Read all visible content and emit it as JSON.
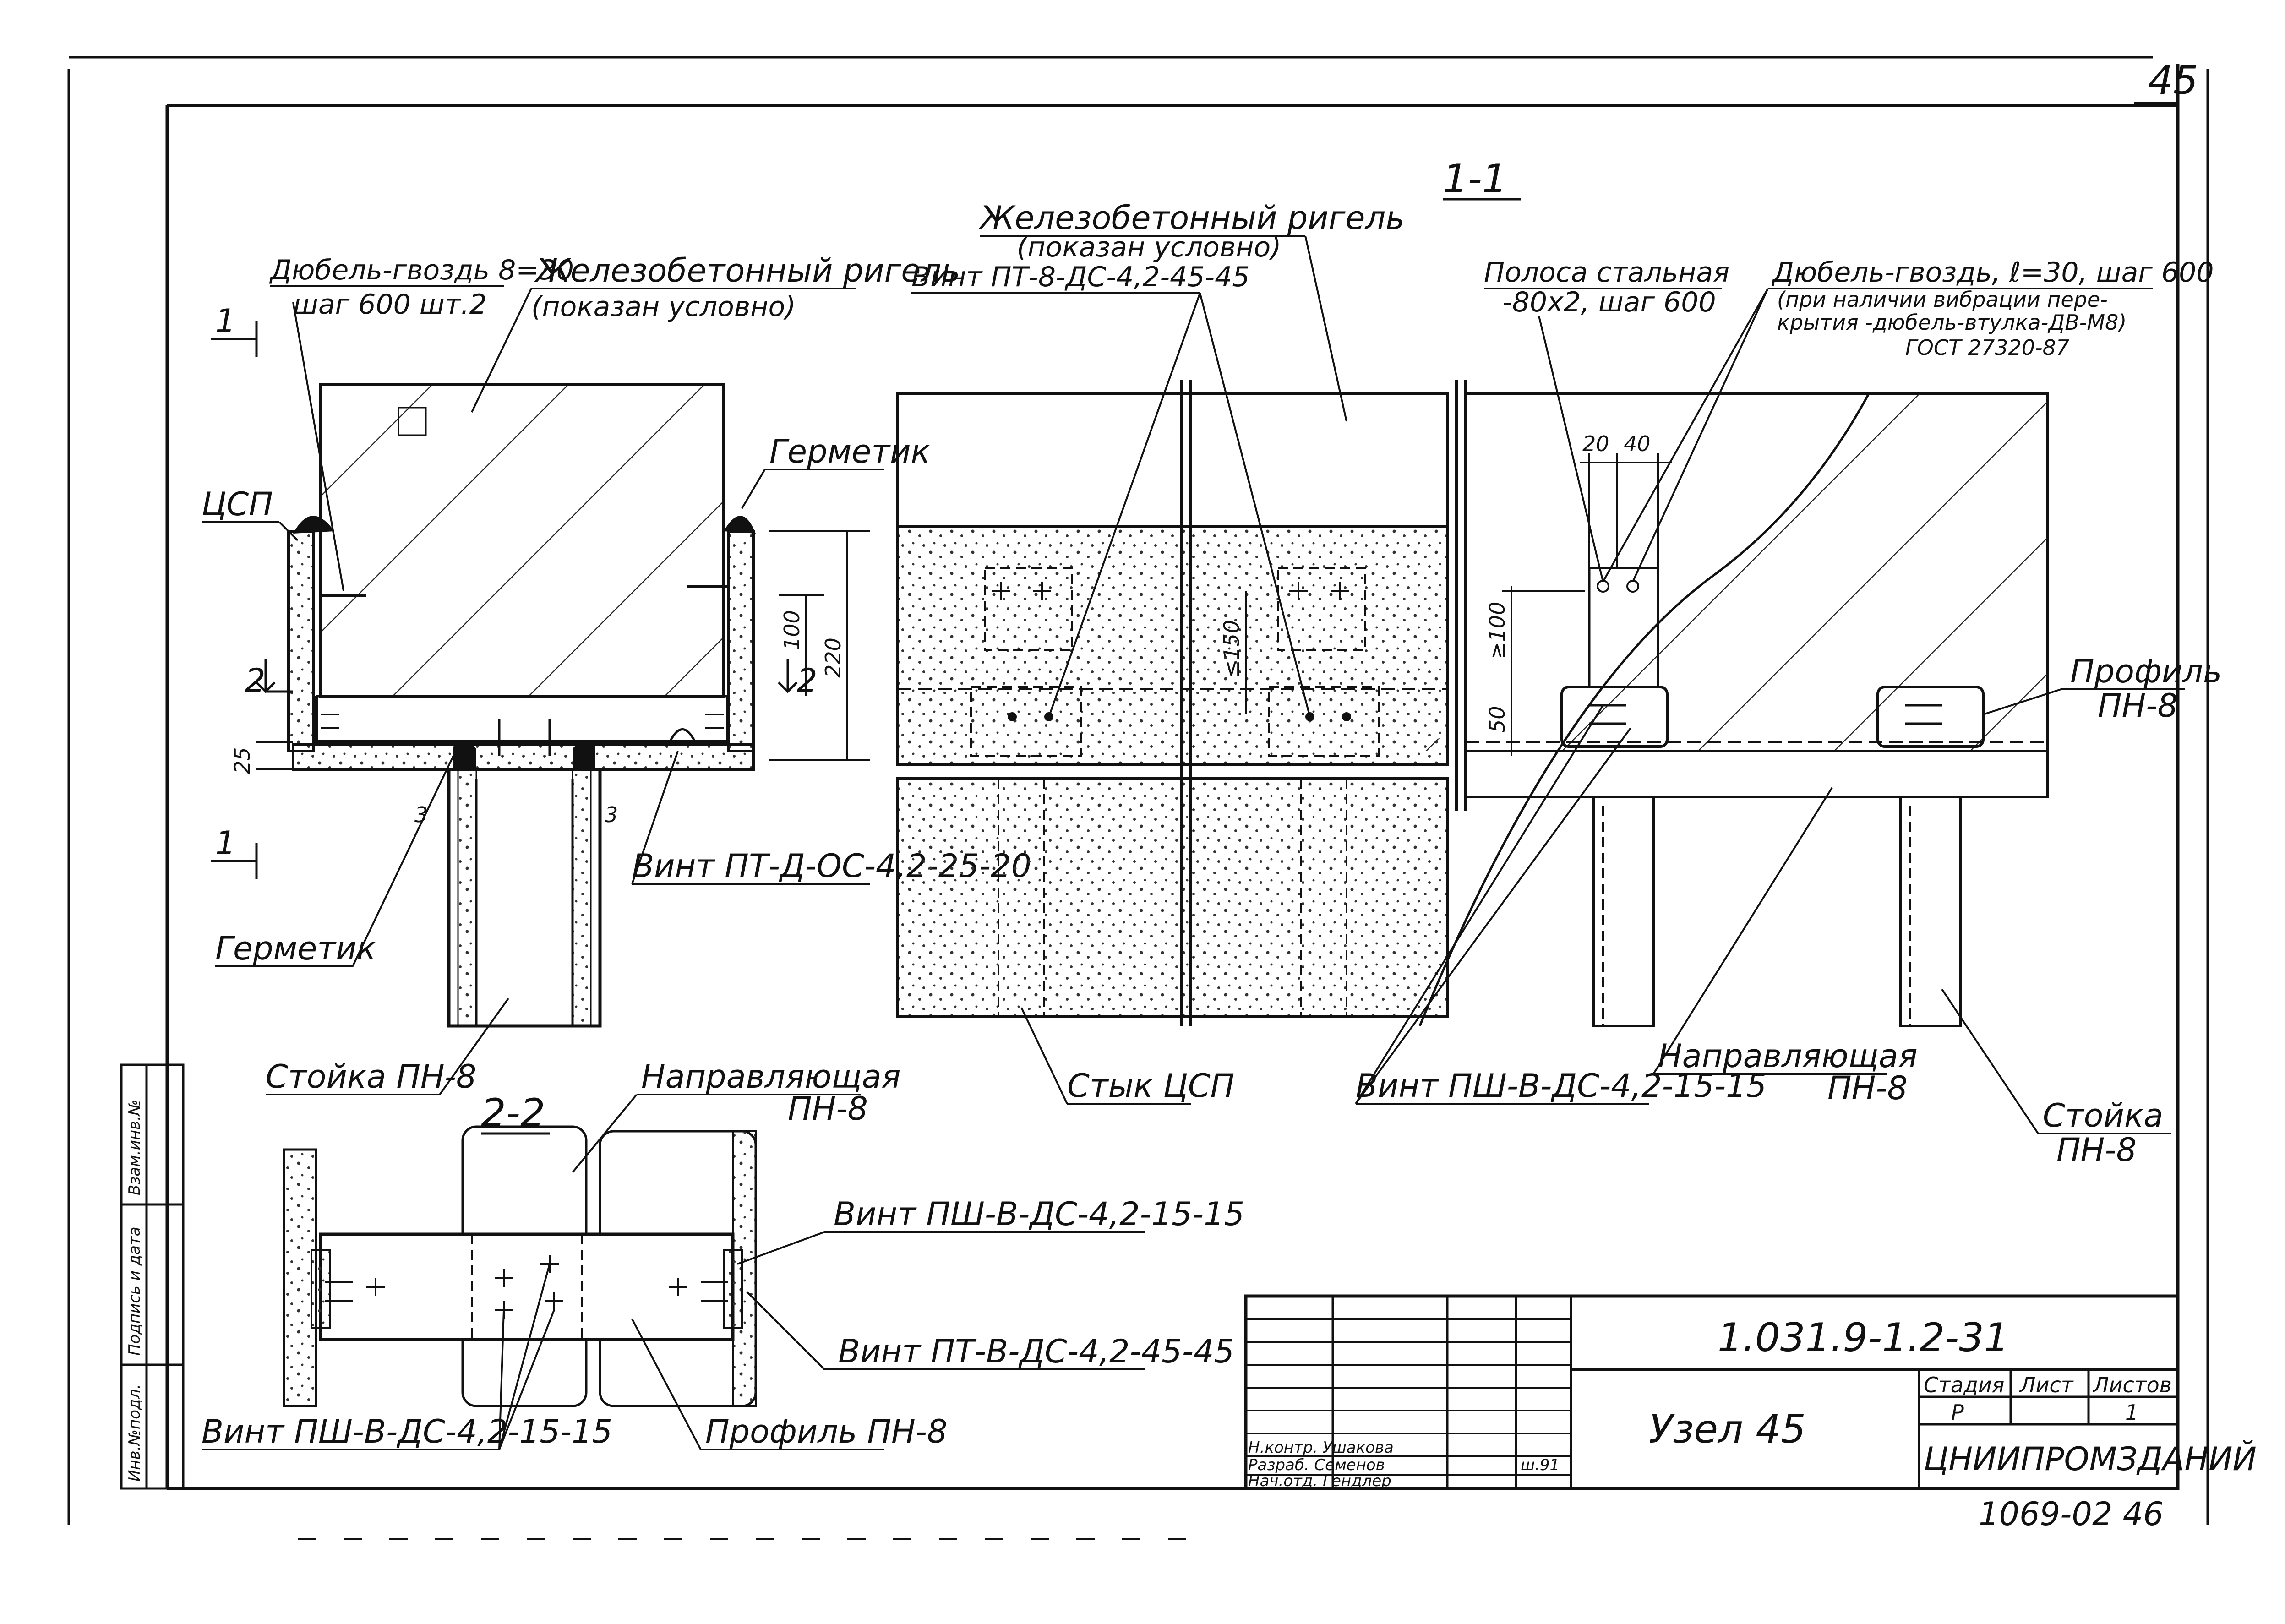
{
  "sheet": {
    "page_number": "45",
    "section_1_1": "1-1",
    "section_2_2": "2-2",
    "section_mark_1": "1",
    "section_mark_2": "2"
  },
  "left_view": {
    "dowel_label_1": "Дюбель-гвоздь 8=30",
    "dowel_label_2": "шаг 600 шт.2",
    "beam_label_1": "Железобетонный ригель",
    "beam_label_2": "(показан условно)",
    "csp_label": "ЦСП",
    "sealant_label_top": "Герметик",
    "sealant_label_bottom": "Герметик",
    "screw_label": "Винт ПТ-Д-ОС-4,2-25-20",
    "stud_label": "Стойка ПН-8",
    "dim_100": "100",
    "dim_220": "220",
    "dim_25": "25",
    "dim_3a": "3",
    "dim_3b": "3"
  },
  "middle_view": {
    "beam_label_1": "Железобетонный ригель",
    "beam_label_2": "(показан условно)",
    "screw_label": "Винт ПТ-8-ДС-4,2-45-45",
    "dim_150": "≤150",
    "joint_label": "Стык ЦСП"
  },
  "right_view": {
    "strip_label_1": "Полоса стальная",
    "strip_label_2": "-80х2, шаг 600",
    "dowel_label_1": "Дюбель-гвоздь, ℓ=30, шаг 600",
    "dowel_label_2": "(при наличии вибрации пере-",
    "dowel_label_3": "крытия -дюбель-втулка-ДВ-М8)",
    "dowel_label_4": "ГОСТ 27320-87",
    "dim_20": "20",
    "dim_40": "40",
    "dim_100": "≥100",
    "dim_50": "50",
    "profile_label_1": "Профиль",
    "profile_label_2": "ПН-8",
    "screw_label": "Винт ПШ-В-ДС-4,2-15-15",
    "guide_label_1": "Направляющая",
    "guide_label_2": "ПН-8",
    "stud_label_1": "Стойка",
    "stud_label_2": "ПН-8"
  },
  "section_2_2": {
    "guide_label_1": "Направляющая",
    "guide_label_2": "ПН-8",
    "screw_label_1": "Винт ПШ-В-ДС-4,2-15-15",
    "screw_label_2": "Винт ПТ-В-ДС-4,2-45-45",
    "screw_label_3": "Винт ПШ-В-ДС-4,2-15-15",
    "profile_label": "Профиль ПН-8"
  },
  "margin_stamp": {
    "col_1": "Взам.инв.№",
    "col_2": "Подпись и дата",
    "col_3": "Инв.№подл."
  },
  "title_block": {
    "doc_code": "1.031.9-1.2-31",
    "title": "Узел 45",
    "stage_hdr": "Стадия",
    "sheet_hdr": "Лист",
    "sheets_hdr": "Листов",
    "stage_val": "Р",
    "sheets_val": "1",
    "org": "ЦНИИПРОМЗДАНИЙ",
    "sig_row1": "Н.контр. Ушакова",
    "sig_row2": "Разраб. Семенов",
    "sig_row3": "Нач.отд. Гендлер",
    "sig_date": "ш.91"
  },
  "bottom_note": "1069-02  46"
}
